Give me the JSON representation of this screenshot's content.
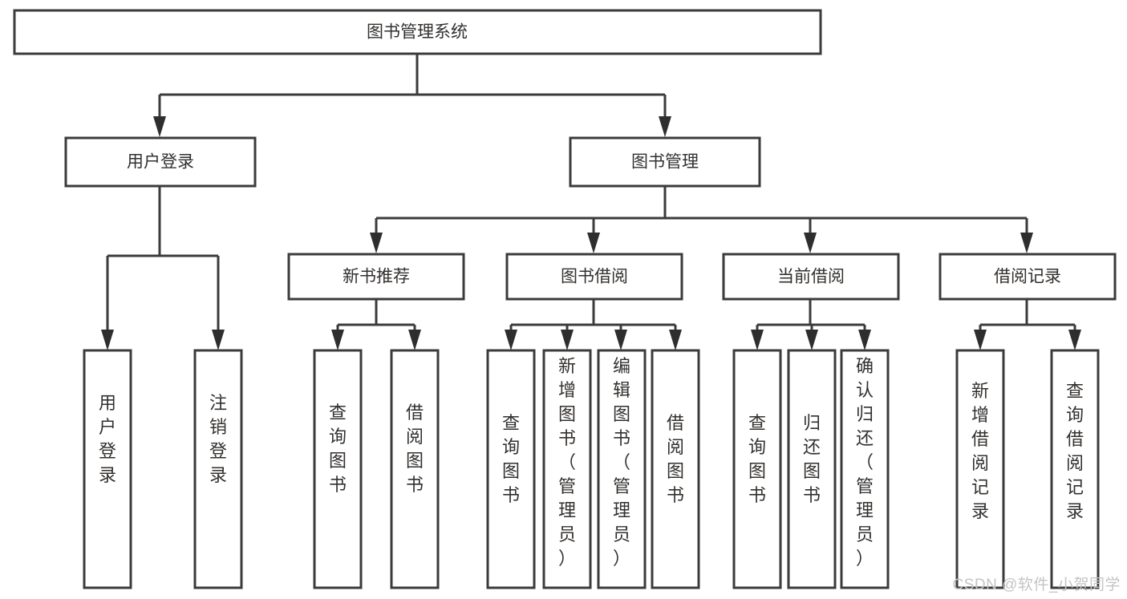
{
  "diagram": {
    "type": "tree-hierarchy-chart",
    "title": "图书管理系统",
    "colors": {
      "box_stroke": "#3b3b3b",
      "box_fill": "#ffffff",
      "connector": "#3b3b3b",
      "text": "#33302e",
      "watermark": "#c4c4c4",
      "background": "#ffffff"
    },
    "root": {
      "label": "图书管理系统"
    },
    "level2": [
      {
        "label": "用户登录"
      },
      {
        "label": "图书管理"
      }
    ],
    "level3": [
      {
        "label": "新书推荐"
      },
      {
        "label": "图书借阅"
      },
      {
        "label": "当前借阅"
      },
      {
        "label": "借阅记录"
      }
    ],
    "leaves": {
      "user_login": [
        {
          "label": "用户登录"
        },
        {
          "label": "注销登录"
        }
      ],
      "new_book_recommend": [
        {
          "label": "查询图书"
        },
        {
          "label": "借阅图书"
        }
      ],
      "book_borrow": [
        {
          "label": "查询图书"
        },
        {
          "label": "新增图书（管理员）"
        },
        {
          "label": "编辑图书（管理员）"
        },
        {
          "label": "借阅图书"
        }
      ],
      "current_borrow": [
        {
          "label": "查询图书"
        },
        {
          "label": "归还图书"
        },
        {
          "label": "确认归还（管理员）"
        }
      ],
      "borrow_record": [
        {
          "label": "新增借阅记录"
        },
        {
          "label": "查询借阅记录"
        }
      ]
    }
  },
  "watermark": {
    "text": "CSDN @软件_小贺同学"
  }
}
